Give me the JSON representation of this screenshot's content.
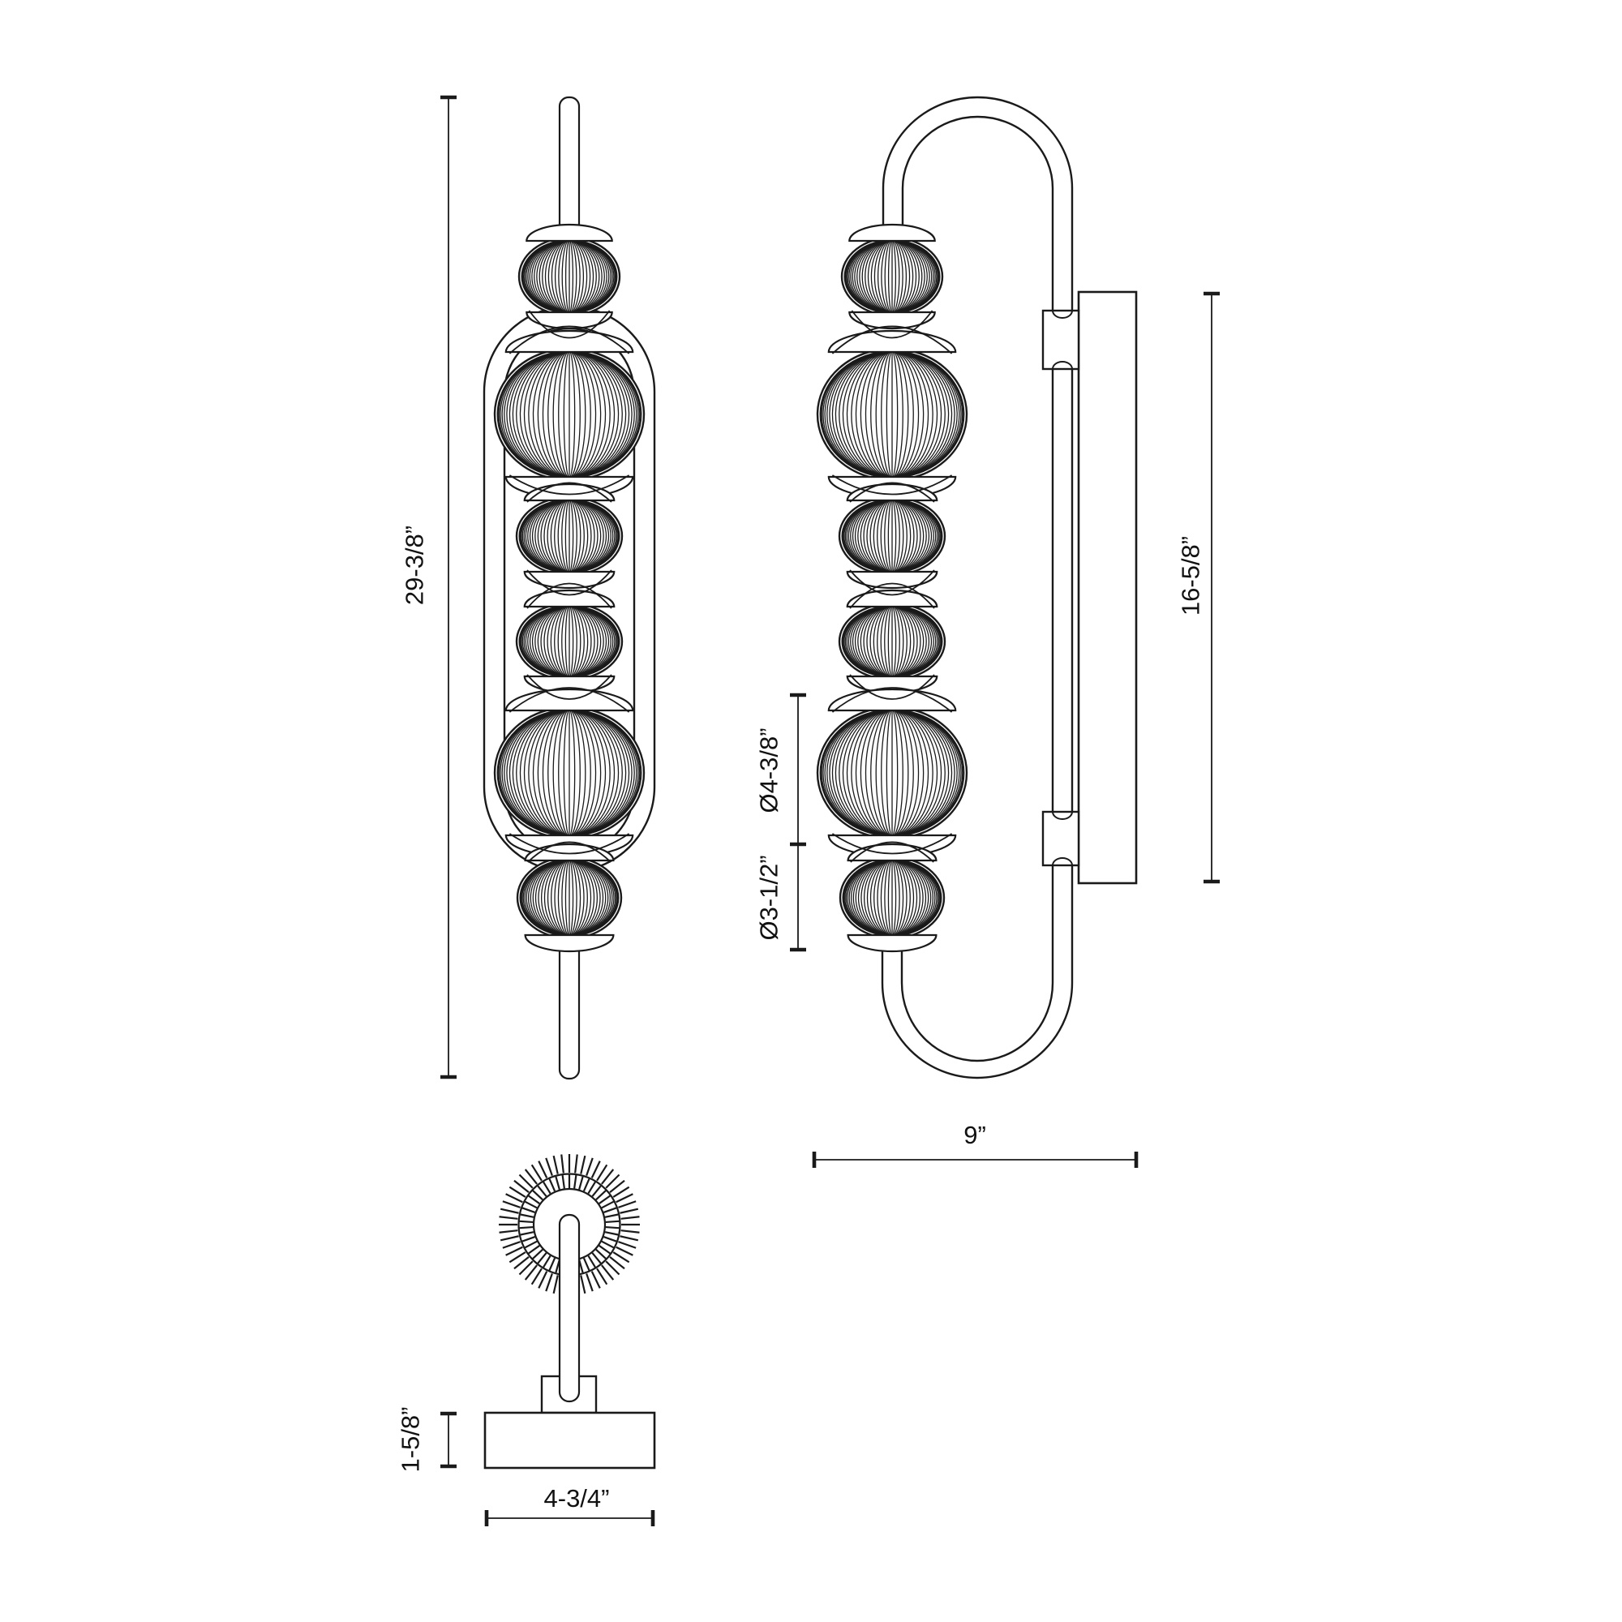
{
  "drawing": {
    "background": "#ffffff",
    "line_color": "#1a1a1a",
    "views": {
      "front": {
        "height_label": "29-3/8”"
      },
      "side": {
        "height_label": "16-5/8”",
        "width_label": "9”",
        "large_globe_diameter_label": "Ø4-3/8”",
        "small_globe_diameter_label": "Ø3-1/2”"
      },
      "bottom": {
        "canopy_height_label": "1-5/8”",
        "canopy_width_label": "4-3/4”"
      }
    }
  }
}
